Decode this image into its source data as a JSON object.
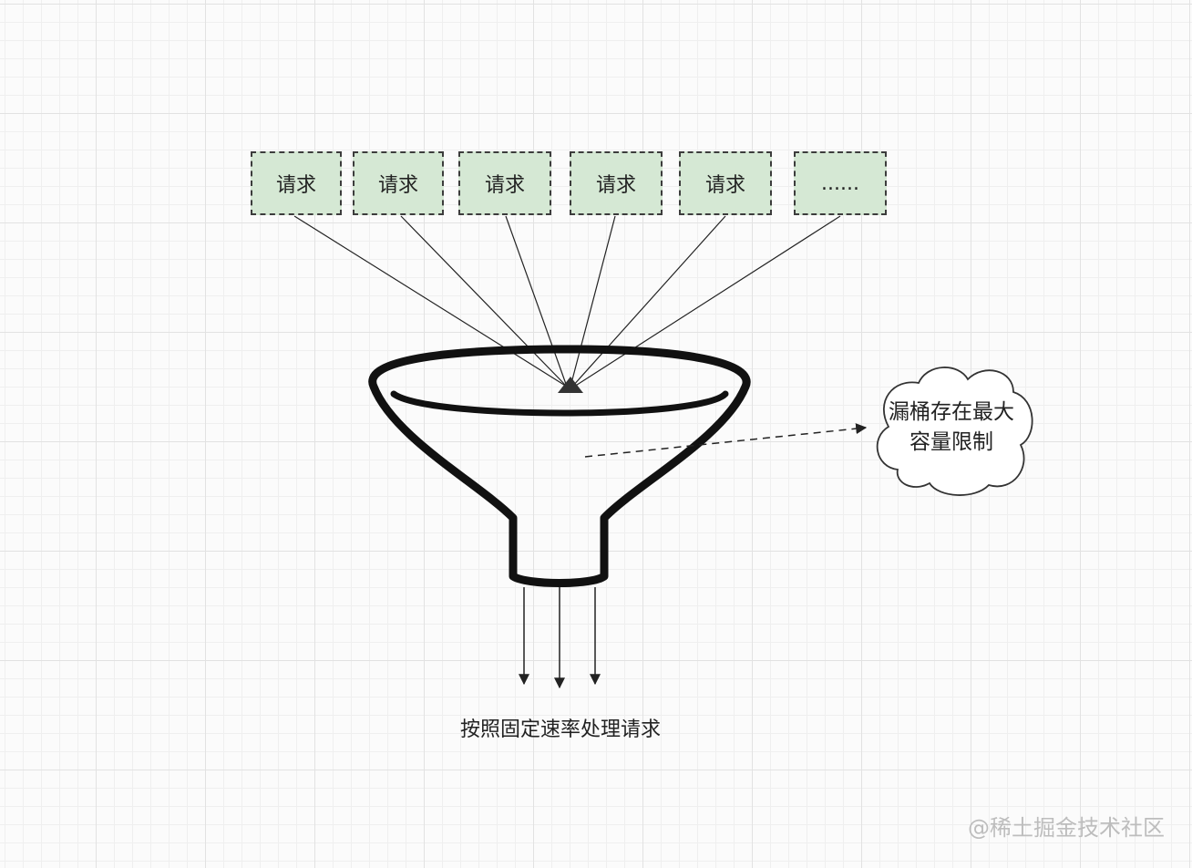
{
  "requests": [
    "请求",
    "请求",
    "请求",
    "请求",
    "请求",
    "......"
  ],
  "bucket_limit_label": "漏桶存在最大容量限制",
  "output_label": "按照固定速率处理请求",
  "watermark": "@稀土掘金技术社区",
  "colors": {
    "request_fill": "#d5e8d4",
    "request_border": "#3c3c3c",
    "funnel_stroke": "#111111",
    "line": "#222222"
  }
}
